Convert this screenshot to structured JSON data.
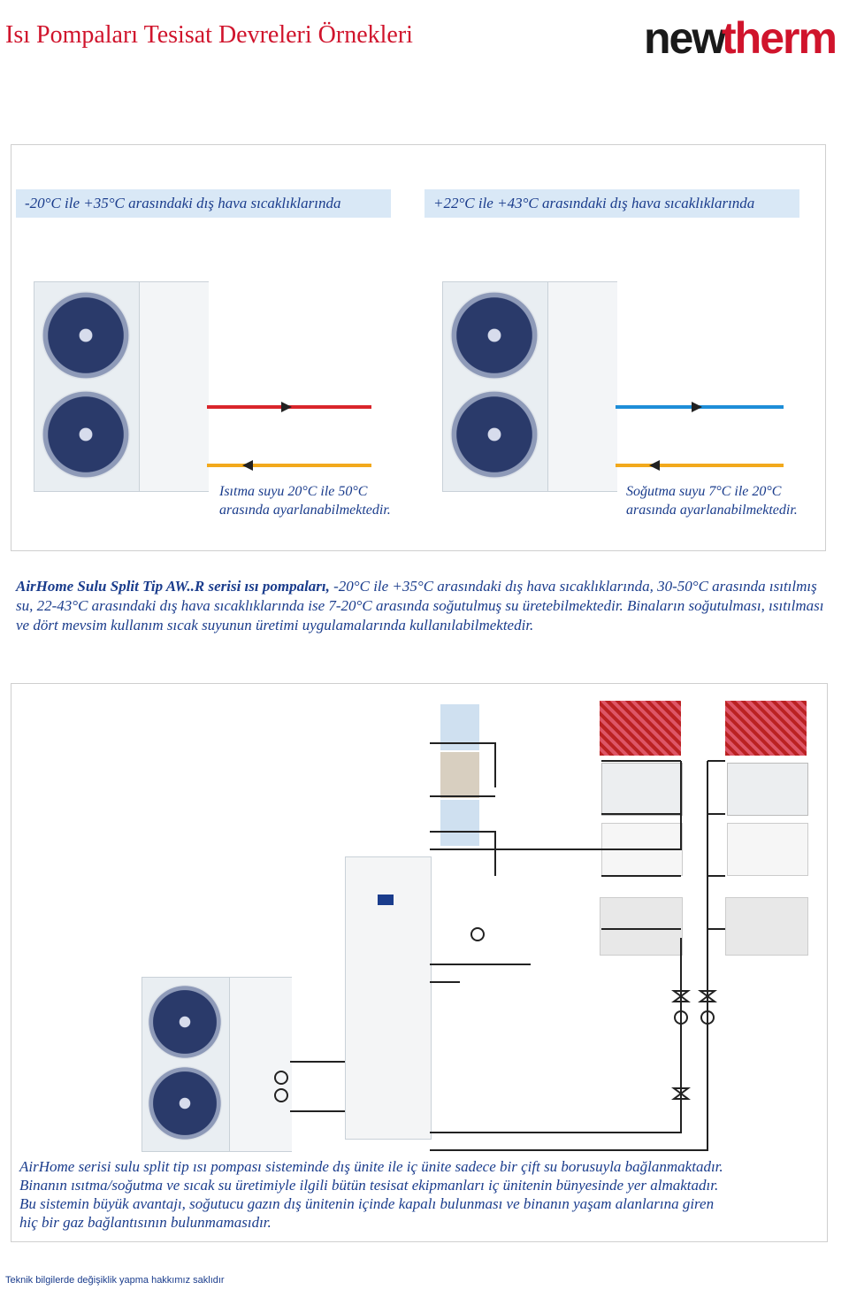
{
  "header": {
    "title": "Isı Pompaları Tesisat Devreleri Örnekleri",
    "logo_part1": "new",
    "logo_part2": "therm"
  },
  "modes": {
    "heating_range": "-20°C ile +35°C arasındaki dış hava sıcaklıklarında",
    "cooling_range": "+22°C ile +43°C arasındaki dış hava sıcaklıklarında",
    "heating_caption_1": "Isıtma suyu 20°C ile 50°C",
    "heating_caption_2": "arasında ayarlanabilmektedir.",
    "cooling_caption_1": "Soğutma suyu 7°C ile 20°C",
    "cooling_caption_2": "arasında ayarlanabilmektedir."
  },
  "intro": {
    "bold": "AirHome Sulu Split Tip AW..R serisi ısı pompaları,",
    "text": " -20°C ile +35°C arasındaki dış hava sıcaklıklarında, 30-50°C arasında ısıtılmış su, 22-43°C arasındaki dış hava sıcaklıklarında ise 7-20°C arasında soğutulmuş su üretebilmektedir. Binaların soğutulması, ısıtılması ve dört mevsim kullanım sıcak suyunun üretimi uygulamalarında kullanılabilmektedir."
  },
  "system": {
    "line1": "AirHome serisi sulu split tip ısı pompası sisteminde dış ünite ile iç ünite sadece bir çift su borusuyla bağlanmaktadır.",
    "line2": "Binanın ısıtma/soğutma ve sıcak su üretimiyle ilgili bütün tesisat ekipmanları iç ünitenin bünyesinde yer almaktadır.",
    "line3": "Bu sistemin büyük avantajı, soğutucu gazın dış ünitenin içinde kapalı bulunması ve binanın yaşam alanlarına giren",
    "line4": "hiç bir gaz bağlantısının bulunmamasıdır."
  },
  "footer": {
    "note": "Teknik bilgilerde değişiklik yapma hakkımız saklıdır"
  },
  "colors": {
    "title_red": "#d0142c",
    "text_blue": "#1a3c8c",
    "pipe_red": "#d9252b",
    "pipe_orange": "#f2a91c",
    "pipe_blue": "#1e8ed8"
  }
}
